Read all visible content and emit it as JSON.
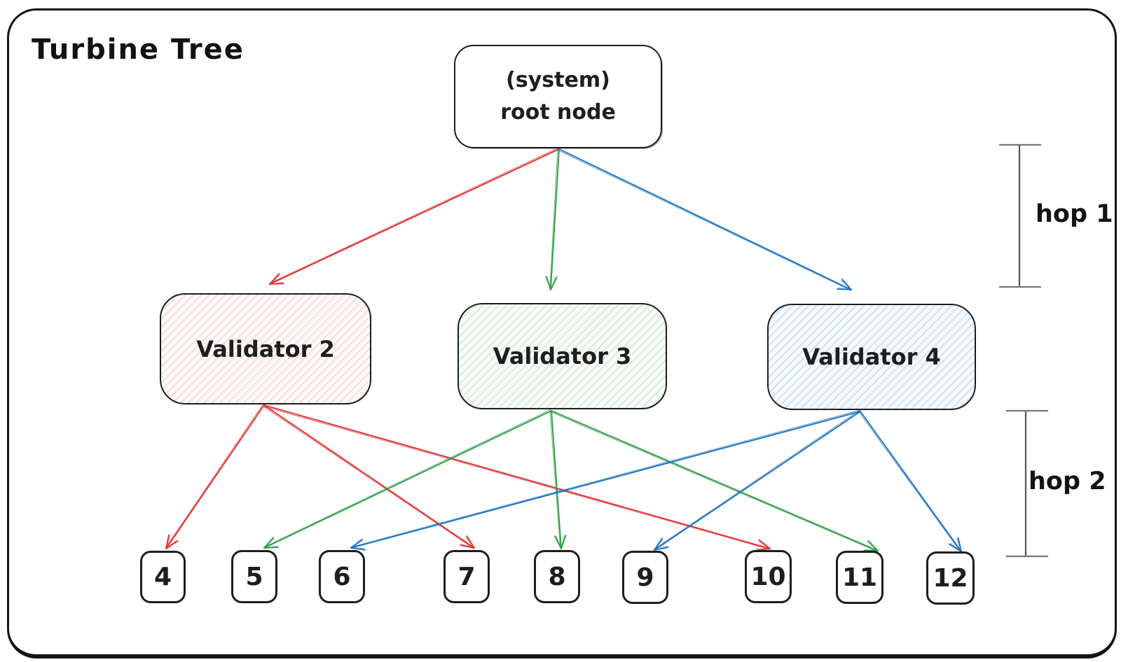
{
  "title": "Turbine Tree",
  "colors": {
    "red": "#e03131",
    "green": "#2f9e44",
    "blue": "#1971c2",
    "ink": "#1e1e1e",
    "bracket": "#555555"
  },
  "nodes": {
    "root": {
      "id": "root",
      "line1": "(system)",
      "line2": "root node"
    },
    "validators": [
      {
        "id": "v2",
        "label": "Validator 2",
        "color": "red"
      },
      {
        "id": "v3",
        "label": "Validator 3",
        "color": "green"
      },
      {
        "id": "v4",
        "label": "Validator 4",
        "color": "blue"
      }
    ],
    "leaves": [
      {
        "id": "n4",
        "label": "4"
      },
      {
        "id": "n5",
        "label": "5"
      },
      {
        "id": "n6",
        "label": "6"
      },
      {
        "id": "n7",
        "label": "7"
      },
      {
        "id": "n8",
        "label": "8"
      },
      {
        "id": "n9",
        "label": "9"
      },
      {
        "id": "n10",
        "label": "10"
      },
      {
        "id": "n11",
        "label": "11"
      },
      {
        "id": "n12",
        "label": "12"
      }
    ]
  },
  "edges": {
    "hop1": [
      {
        "from": "root",
        "to": "v2",
        "color": "red"
      },
      {
        "from": "root",
        "to": "v3",
        "color": "green"
      },
      {
        "from": "root",
        "to": "v4",
        "color": "blue"
      }
    ],
    "hop2": [
      {
        "from": "v2",
        "to": "n4",
        "color": "red"
      },
      {
        "from": "v2",
        "to": "n7",
        "color": "red"
      },
      {
        "from": "v2",
        "to": "n10",
        "color": "red"
      },
      {
        "from": "v3",
        "to": "n5",
        "color": "green"
      },
      {
        "from": "v3",
        "to": "n8",
        "color": "green"
      },
      {
        "from": "v3",
        "to": "n11",
        "color": "green"
      },
      {
        "from": "v4",
        "to": "n6",
        "color": "blue"
      },
      {
        "from": "v4",
        "to": "n9",
        "color": "blue"
      },
      {
        "from": "v4",
        "to": "n12",
        "color": "blue"
      }
    ]
  },
  "annotations": [
    {
      "id": "hop1",
      "label": "hop 1"
    },
    {
      "id": "hop2",
      "label": "hop 2"
    }
  ]
}
